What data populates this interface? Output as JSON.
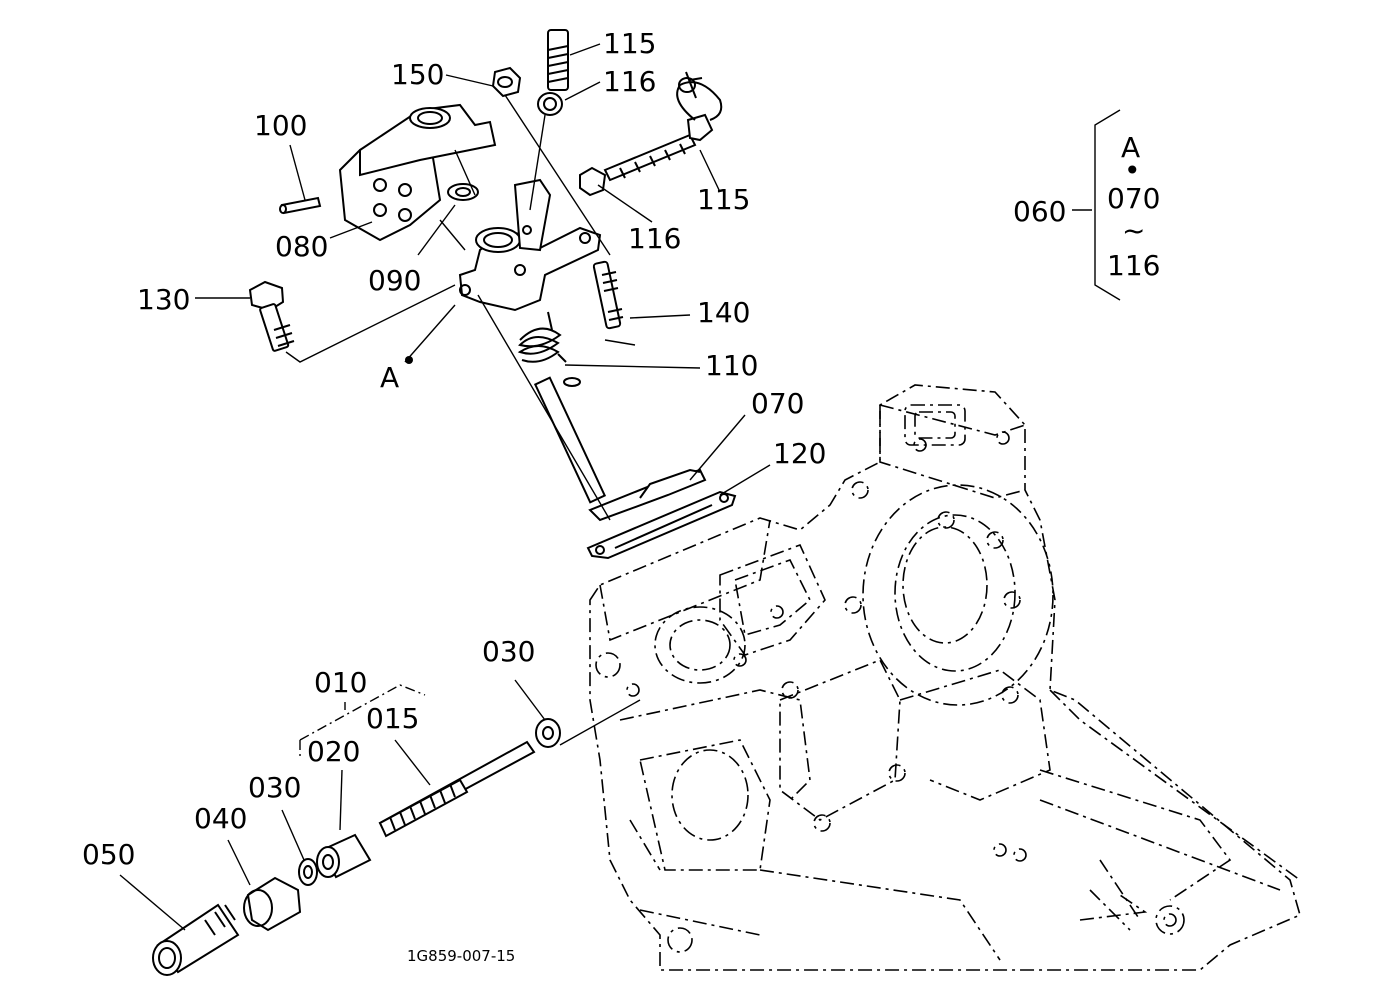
{
  "callouts": {
    "p010": "010",
    "p015": "015",
    "p020": "020",
    "p030a": "030",
    "p030b": "030",
    "p040": "040",
    "p050": "050",
    "p060": "060",
    "p070": "070",
    "p080": "080",
    "p090": "090",
    "p100": "100",
    "p110": "110",
    "p115a": "115",
    "p115b": "115",
    "p116a": "116",
    "p116b": "116",
    "p120": "120",
    "p130": "130",
    "p140": "140",
    "p150": "150",
    "ref_a": "A"
  },
  "group_box": {
    "ref": "A",
    "dot": "•",
    "from": "070",
    "tilde": "~",
    "to": "116"
  },
  "drawing_code": "1G859-007-15"
}
